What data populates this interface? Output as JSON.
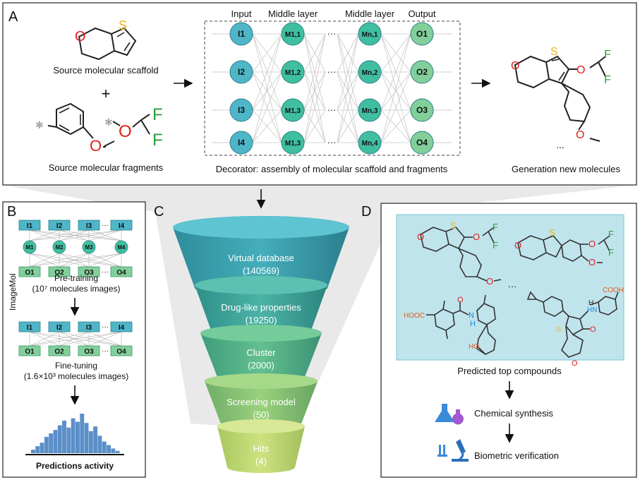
{
  "panels": {
    "a": "A",
    "b": "B",
    "c": "C",
    "d": "D"
  },
  "panel_a": {
    "source_scaffold_label": "Source molecular scaffold",
    "plus": "+",
    "source_fragments_label": "Source molecular fragments",
    "decorator_label": "Decorator: assembly of molecular scaffold and fragments",
    "generation_label": "Generation new molecules",
    "ellipsis": "...",
    "network": {
      "col_headers": [
        "Input",
        "Middle layer",
        "Middle layer",
        "Output"
      ],
      "input_nodes": [
        "I1",
        "I2",
        "I3",
        "I4"
      ],
      "middle1_nodes": [
        "M1,1",
        "M1,2",
        "M1,3",
        "M1,3"
      ],
      "middle_n_nodes": [
        "Mn,1",
        "Mn,2",
        "Mn,3",
        "Mn,4"
      ],
      "output_nodes": [
        "O1",
        "O2",
        "O3",
        "O4"
      ],
      "dots": "···"
    },
    "atoms": {
      "o": "O",
      "s": "S",
      "f": "F"
    }
  },
  "panel_b": {
    "side_label": "ImageMol",
    "input_row": [
      "I1",
      "I2",
      "I3",
      "I4"
    ],
    "middle_row": [
      "M1",
      "M2",
      "M3",
      "M4"
    ],
    "output_row": [
      "O1",
      "O2",
      "O3",
      "O4"
    ],
    "dots": "···",
    "pretrain_title": "Pre-training",
    "pretrain_sub": "(10⁷ molecules images)",
    "finetune_title": "Fine-tuning",
    "finetune_sub": "(1.6×10³ molecules images)",
    "predictions_label": "Predictions activity",
    "histogram": [
      3,
      6,
      9,
      14,
      17,
      20,
      24,
      28,
      22,
      30,
      27,
      34,
      26,
      19,
      23,
      15,
      10,
      7,
      4,
      2
    ]
  },
  "panel_c": {
    "stages": [
      {
        "name": "Virtual database",
        "count": "(140569)"
      },
      {
        "name": "Drug-like properties",
        "count": "(19250)"
      },
      {
        "name": "Cluster",
        "count": "(2000)"
      },
      {
        "name": "Screening model",
        "count": "(50)"
      },
      {
        "name": "Hits",
        "count": "(4)"
      }
    ]
  },
  "panel_d": {
    "predicted_label": "Predicted top compounds",
    "ellipsis": "···",
    "synthesis_label": "Chemical synthesis",
    "verification_label": "Biometric verification",
    "atoms": {
      "cooh": "COOH",
      "hooc": "HOOC",
      "oh": "HO",
      "nh": "N",
      "h": "H",
      "hn": "HN",
      "o": "O",
      "s": "S",
      "f": "F"
    }
  },
  "colors": {
    "input_node": "#4fb6c9",
    "middle_node": "#3fbfa0",
    "output_node": "#82cf9b",
    "oxygen": "#e0201b",
    "sulfur": "#f2b21c",
    "fluorine": "#2e9e3a",
    "panel_d_bg": "#bfe4ec",
    "histogram": "#5b8fc9"
  }
}
